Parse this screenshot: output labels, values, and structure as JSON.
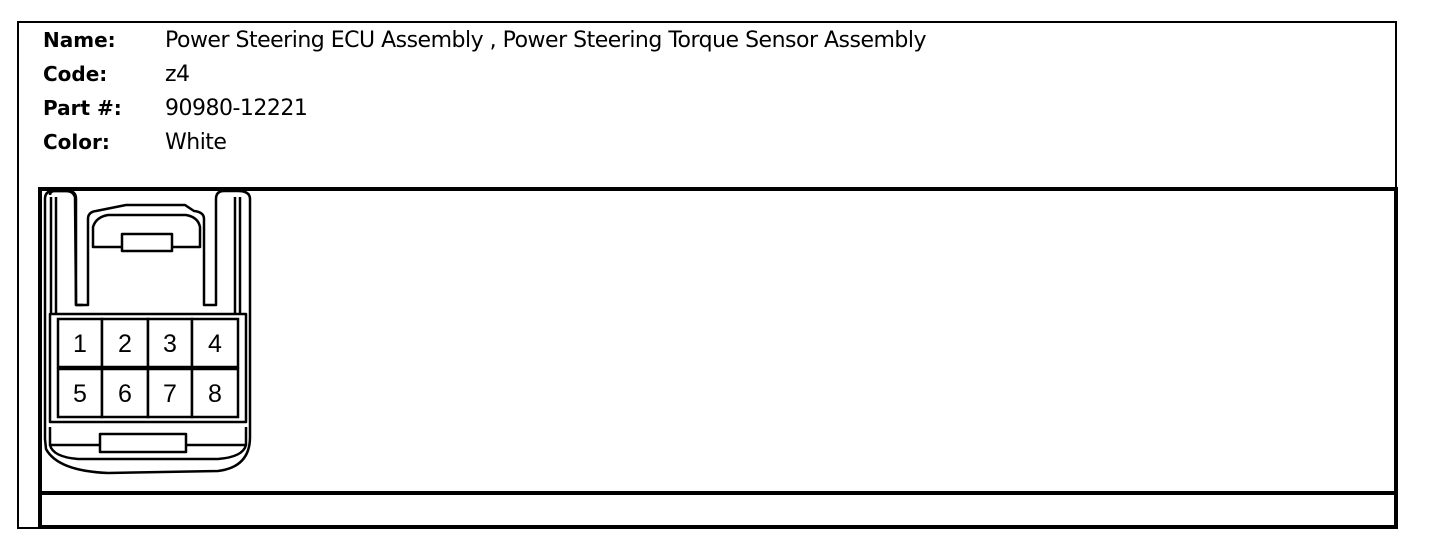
{
  "connector_info": {
    "name_label": "Name:",
    "name_value": "Power Steering ECU Assembly , Power Steering Torque Sensor Assembly",
    "code_label": "Code:",
    "code_value": "z4",
    "part_label": "Part #:",
    "part_value": "90980-12221",
    "color_label": "Color:",
    "color_value": "White"
  },
  "pins": [
    "1",
    "2",
    "3",
    "4",
    "5",
    "6",
    "7",
    "8"
  ]
}
